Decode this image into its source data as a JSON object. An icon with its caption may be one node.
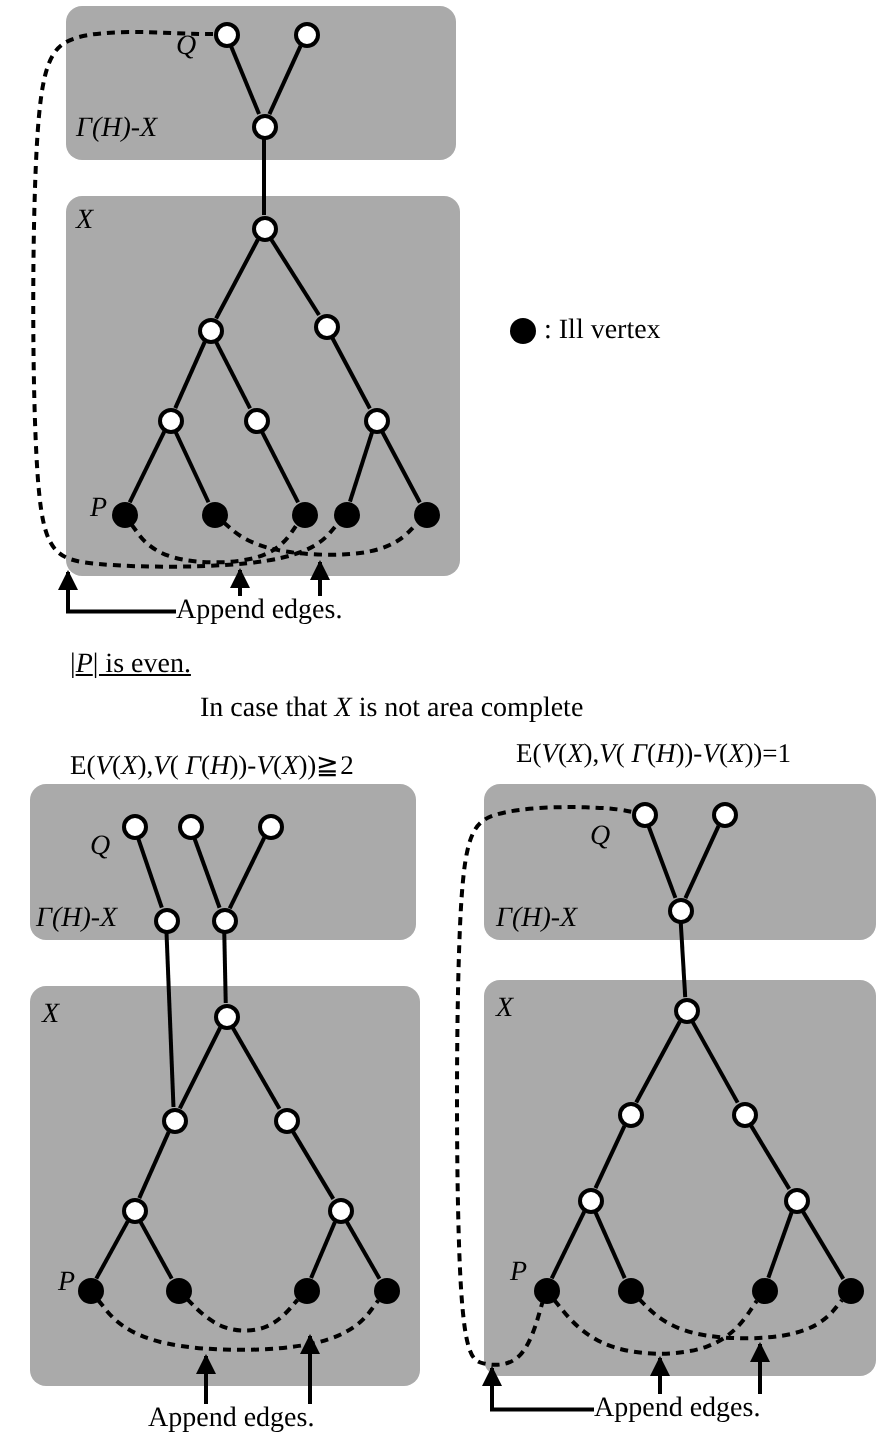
{
  "diagram": {
    "nodes": [
      {
        "text": [
          "Q",
          "Γ(H)-X"
        ]
      },
      {
        "text": [],
        "shape": "circle",
        "in": 0
      },
      {
        "text": [],
        "shape": "circle",
        "in": 0
      },
      {
        "text": [],
        "shape": "circle",
        "in": 0
      },
      {
        "text": [
          "X",
          "P"
        ]
      },
      {
        "text": [],
        "shape": "circle",
        "in": 4
      },
      {
        "text": [],
        "shape": "circle",
        "in": 4
      },
      {
        "text": [],
        "shape": "circle",
        "in": 4
      },
      {
        "text": [],
        "shape": "circle",
        "in": 4
      },
      {
        "text": [],
        "shape": "circle",
        "in": 4
      },
      {
        "text": [],
        "shape": "circle",
        "in": 4
      },
      {
        "text": [],
        "shape": "circle",
        "in": 4
      },
      {
        "text": [],
        "shape": "circle",
        "in": 4
      },
      {
        "text": [],
        "shape": "circle",
        "in": 4
      },
      {
        "text": [],
        "shape": "circle",
        "in": 4
      },
      {
        "text": [],
        "shape": "circle",
        "in": 4
      },
      {
        "text": [
          "Append edges."
        ]
      },
      {
        "text": [
          "Q",
          "Γ(H)-X"
        ]
      },
      {
        "text": [],
        "shape": "circle",
        "in": 17
      },
      {
        "text": [],
        "shape": "circle",
        "in": 17
      },
      {
        "text": [],
        "shape": "circle",
        "in": 17
      },
      {
        "text": [],
        "shape": "circle",
        "in": 17
      },
      {
        "text": [],
        "shape": "circle",
        "in": 17
      },
      {
        "text": [
          "X",
          "P"
        ]
      },
      {
        "text": [],
        "shape": "circle",
        "in": 23
      },
      {
        "text": [],
        "shape": "circle",
        "in": 23
      },
      {
        "text": [],
        "shape": "circle",
        "in": 23
      },
      {
        "text": [],
        "shape": "circle",
        "in": 23
      },
      {
        "text": [],
        "shape": "circle",
        "in": 23
      },
      {
        "text": [],
        "shape": "circle",
        "in": 23
      },
      {
        "text": [],
        "shape": "circle",
        "in": 23
      },
      {
        "text": [],
        "shape": "circle",
        "in": 23
      },
      {
        "text": [],
        "shape": "circle",
        "in": 23
      },
      {
        "text": [
          "Append edges."
        ]
      },
      {
        "text": [
          "Q",
          "Γ(H)-X"
        ]
      },
      {
        "text": [],
        "shape": "circle",
        "in": 34
      },
      {
        "text": [],
        "shape": "circle",
        "in": 34
      },
      {
        "text": [],
        "shape": "circle",
        "in": 34
      },
      {
        "text": [
          "X",
          "P"
        ]
      },
      {
        "text": [],
        "shape": "circle",
        "in": 38
      },
      {
        "text": [],
        "shape": "circle",
        "in": 38
      },
      {
        "text": [],
        "shape": "circle",
        "in": 38
      },
      {
        "text": [],
        "shape": "circle",
        "in": 38
      },
      {
        "text": [],
        "shape": "circle",
        "in": 38
      },
      {
        "text": [],
        "shape": "circle",
        "in": 38
      },
      {
        "text": [],
        "shape": "circle",
        "in": 38
      },
      {
        "text": [],
        "shape": "circle",
        "in": 38
      },
      {
        "text": [],
        "shape": "circle",
        "in": 38
      },
      {
        "text": [
          "Append edges."
        ]
      }
    ],
    "edges": [
      {
        "from": 1,
        "to": 3,
        "arrow": "none"
      },
      {
        "from": 2,
        "to": 3,
        "arrow": "none"
      },
      {
        "from": 3,
        "to": 5,
        "arrow": "none"
      },
      {
        "from": 5,
        "to": 6,
        "arrow": "none"
      },
      {
        "from": 5,
        "to": 7,
        "arrow": "none"
      },
      {
        "from": 6,
        "to": 8,
        "arrow": "none"
      },
      {
        "from": 6,
        "to": 9,
        "arrow": "none"
      },
      {
        "from": 7,
        "to": 10,
        "arrow": "none"
      },
      {
        "from": 8,
        "to": 11,
        "arrow": "none"
      },
      {
        "from": 8,
        "to": 12,
        "arrow": "none"
      },
      {
        "from": 9,
        "to": 13,
        "arrow": "none"
      },
      {
        "from": 10,
        "to": 14,
        "arrow": "none"
      },
      {
        "from": 10,
        "to": 15,
        "arrow": "none"
      },
      {
        "from": 1,
        "to": 14,
        "arrow": "none",
        "style": "dashed"
      },
      {
        "from": 11,
        "to": 13,
        "arrow": "none",
        "style": "dashed"
      },
      {
        "from": 12,
        "to": 15,
        "arrow": "none",
        "style": "dashed"
      },
      {
        "from": 16,
        "to": 4,
        "arrow": "to"
      },
      {
        "from": 16,
        "to": 4,
        "arrow": "to"
      },
      {
        "from": 16,
        "to": 4,
        "arrow": "to"
      },
      {
        "from": 18,
        "to": 21,
        "arrow": "none"
      },
      {
        "from": 19,
        "to": 22,
        "arrow": "none"
      },
      {
        "from": 20,
        "to": 22,
        "arrow": "none"
      },
      {
        "from": 21,
        "to": 25,
        "arrow": "none"
      },
      {
        "from": 22,
        "to": 24,
        "arrow": "none"
      },
      {
        "from": 24,
        "to": 25,
        "arrow": "none"
      },
      {
        "from": 24,
        "to": 26,
        "arrow": "none"
      },
      {
        "from": 25,
        "to": 27,
        "arrow": "none"
      },
      {
        "from": 26,
        "to": 28,
        "arrow": "none"
      },
      {
        "from": 27,
        "to": 29,
        "arrow": "none"
      },
      {
        "from": 27,
        "to": 30,
        "arrow": "none"
      },
      {
        "from": 28,
        "to": 31,
        "arrow": "none"
      },
      {
        "from": 28,
        "to": 32,
        "arrow": "none"
      },
      {
        "from": 29,
        "to": 32,
        "arrow": "none",
        "style": "dashed"
      },
      {
        "from": 30,
        "to": 31,
        "arrow": "none",
        "style": "dashed"
      },
      {
        "from": 33,
        "to": 23,
        "arrow": "to"
      },
      {
        "from": 33,
        "to": 23,
        "arrow": "to"
      },
      {
        "from": 35,
        "to": 37,
        "arrow": "none"
      },
      {
        "from": 36,
        "to": 37,
        "arrow": "none"
      },
      {
        "from": 37,
        "to": 39,
        "arrow": "none"
      },
      {
        "from": 39,
        "to": 40,
        "arrow": "none"
      },
      {
        "from": 39,
        "to": 41,
        "arrow": "none"
      },
      {
        "from": 40,
        "to": 42,
        "arrow": "none"
      },
      {
        "from": 41,
        "to": 43,
        "arrow": "none"
      },
      {
        "from": 42,
        "to": 44,
        "arrow": "none"
      },
      {
        "from": 42,
        "to": 45,
        "arrow": "none"
      },
      {
        "from": 43,
        "to": 46,
        "arrow": "none"
      },
      {
        "from": 43,
        "to": 47,
        "arrow": "none"
      },
      {
        "from": 35,
        "to": 44,
        "arrow": "none",
        "style": "dashed"
      },
      {
        "from": 44,
        "to": 46,
        "arrow": "none",
        "style": "dashed"
      },
      {
        "from": 45,
        "to": 47,
        "arrow": "none",
        "style": "dashed"
      },
      {
        "from": 48,
        "to": 38,
        "arrow": "to"
      },
      {
        "from": 48,
        "to": 38,
        "arrow": "to"
      },
      {
        "from": 48,
        "to": 38,
        "arrow": "to"
      }
    ],
    "labels": [
      "|*P*| is even.",
      "In case that *X* is not area complete",
      "E(*V*(*X*),*V*( *Γ*(*H*))-*V*(*X*))≧2",
      "E(*V*(*X*),*V*( *Γ*(*H*))-*V*(*X*))=1"
    ],
    "legend": [
      {
        "text": ": Ill vertex"
      }
    ]
  }
}
